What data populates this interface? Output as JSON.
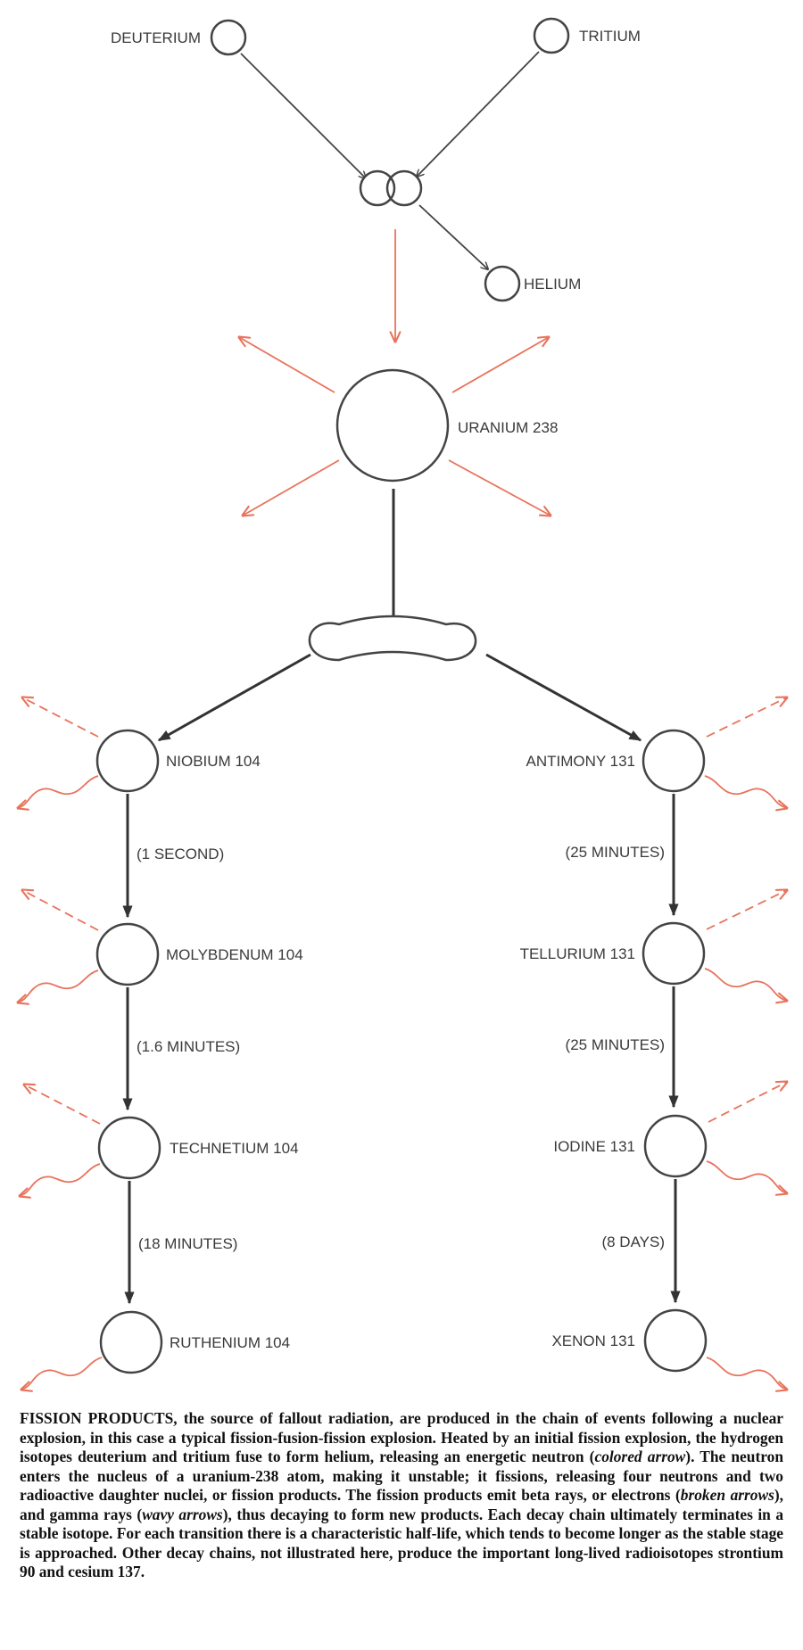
{
  "colors": {
    "neutron": "#e8735c",
    "line": "#444444",
    "text": "#3a3a3a"
  },
  "fusion": {
    "deuterium": "DEUTERIUM",
    "tritium": "TRITIUM",
    "helium": "HELIUM"
  },
  "uranium": "URANIUM 238",
  "left_chain": {
    "products": [
      "NIOBIUM 104",
      "MOLYBDENUM 104",
      "TECHNETIUM 104",
      "RUTHENIUM 104"
    ],
    "half_lives": [
      "(1 SECOND)",
      "(1.6 MINUTES)",
      "(18 MINUTES)"
    ]
  },
  "right_chain": {
    "products": [
      "ANTIMONY 131",
      "TELLURIUM 131",
      "IODINE 131",
      "XENON 131"
    ],
    "half_lives": [
      "(25 MINUTES)",
      "(25 MINUTES)",
      "(8 DAYS)"
    ]
  },
  "caption": {
    "heading": "FISSION PRODUCTS,",
    "part1": " the source of fallout radiation, are produced in the chain of events following a nuclear explosion, in this case a typical fission-fusion-fission explosion. Heated by an initial fission explosion, the hydrogen isotopes deuterium and tritium fuse to form helium, releasing an energetic neutron (",
    "em1": "colored arrow",
    "part2": "). The neutron enters the nucleus of a uranium-238 atom, making it unstable; it fissions, releasing four neutrons and two radioactive daughter nuclei, or fission products. The fission products emit beta rays, or electrons (",
    "em2": "broken arrows",
    "part3": "), and gamma rays (",
    "em3": "wavy arrows",
    "part4": "), thus decaying to form new products. Each decay chain ultimately terminates in a stable isotope. For each transition there is a characteristic half-life, which tends to become longer as the stable stage is approached. Other decay chains, not illustrated here, produce the important long-lived radioisotopes strontium 90 and cesium 137."
  }
}
